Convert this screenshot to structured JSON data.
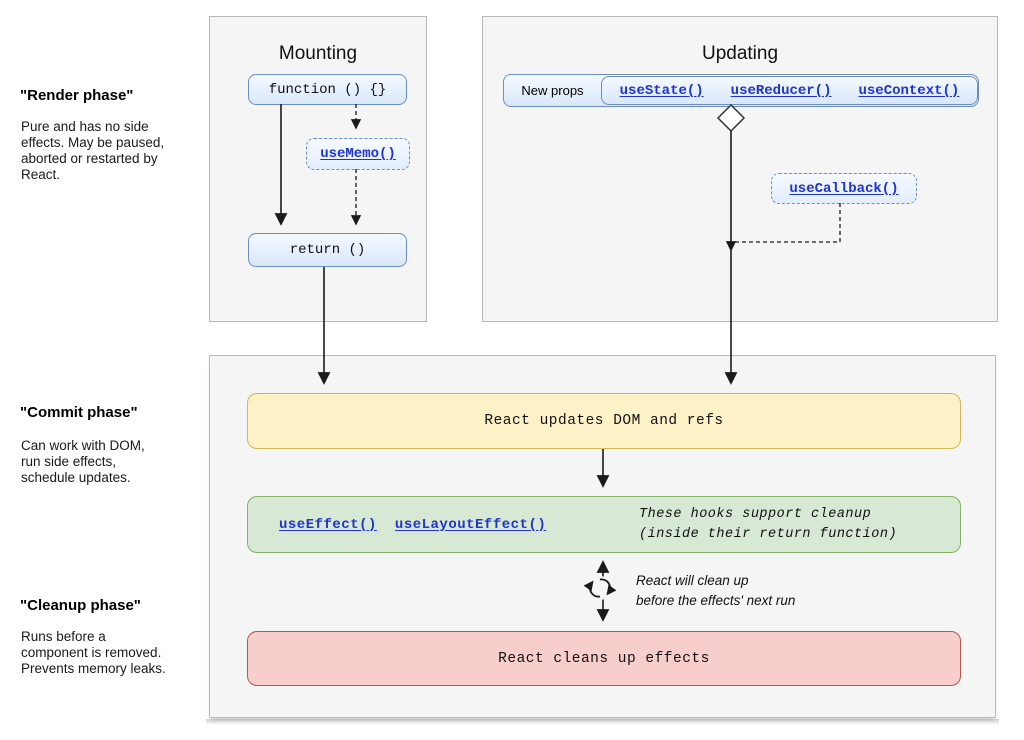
{
  "left_notes": [
    {
      "title": "\"Render phase\"",
      "body": "Pure and has no side\neffects. May be paused,\naborted or restarted by\nReact."
    },
    {
      "title": "\"Commit phase\"",
      "body": "Can work with DOM,\nrun side effects,\nschedule updates."
    },
    {
      "title": "\"Cleanup phase\"",
      "body": "Runs before a\ncomponent is removed.\nPrevents memory leaks."
    }
  ],
  "mounting": {
    "title": "Mounting",
    "function_box": "function () {}",
    "usememo_link": "useMemo()",
    "return_box": "return ()"
  },
  "updating": {
    "title": "Updating",
    "new_props": "New props",
    "hooks": [
      "useState()",
      "useReducer()",
      "useContext()"
    ],
    "usecallback_link": "useCallback()"
  },
  "commit": {
    "update_box": "React updates DOM and refs",
    "effect_links": [
      "useEffect()",
      "useLayoutEffect()"
    ],
    "green_note_line1": "These hooks support cleanup",
    "green_note_line2": "(inside their return function)",
    "cycle_note_line1": "React will clean up",
    "cycle_note_line2": "before the effects' next run",
    "cleanup_box": "React cleans up effects"
  },
  "colors": {
    "panel_bg": "#f5f5f5",
    "panel_border": "#b9b9b9",
    "blue_fill": "#d9e7fa",
    "blue_border": "#6c8ebf",
    "yellow_fill": "#fdf1c7",
    "yellow_border": "#d6b656",
    "green_fill": "#d7e8d4",
    "green_border": "#82b366",
    "red_fill": "#f8cecc",
    "red_border": "#b85450",
    "link_blue": "#1f33d1"
  }
}
